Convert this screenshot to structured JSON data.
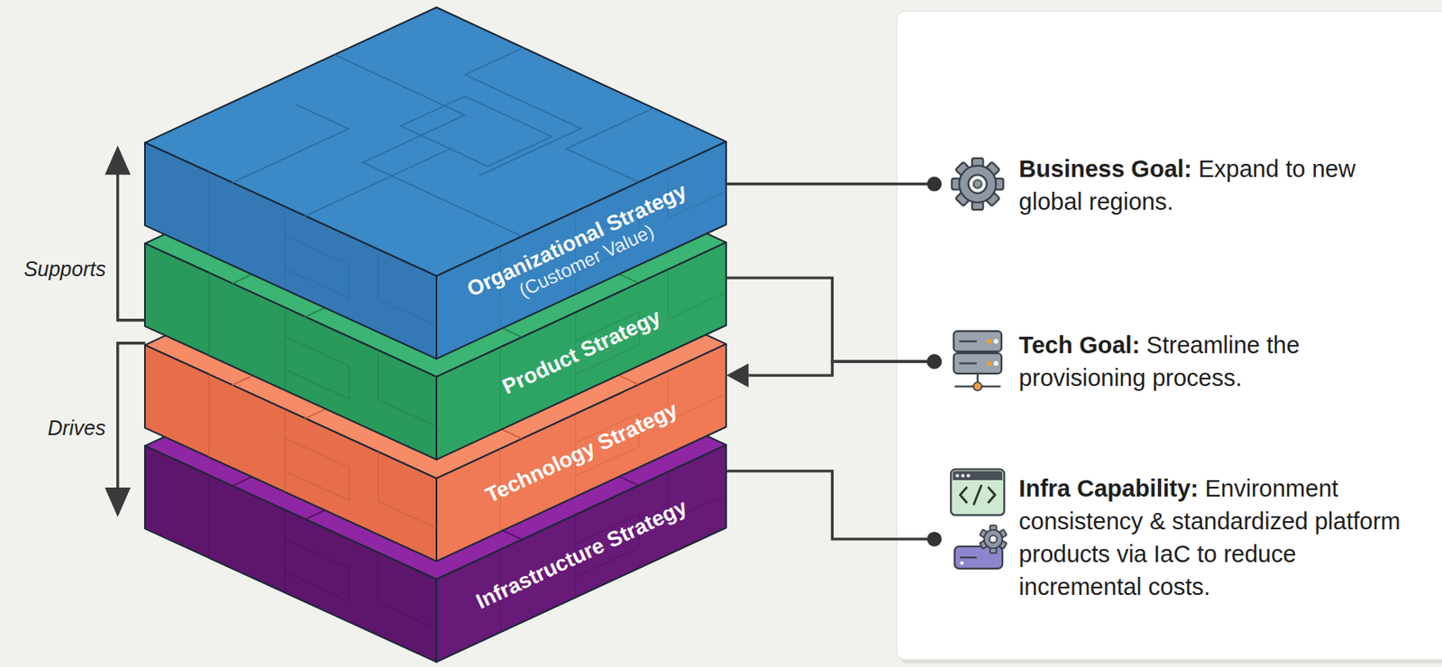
{
  "diagram": {
    "nodes": [
      {
        "text": [
          "Organizational Strategy",
          "(Customer Value)"
        ]
      },
      {
        "text": [
          "Product Strategy"
        ]
      },
      {
        "text": [
          "Technology Strategy"
        ]
      },
      {
        "text": [
          "Infrastructure Strategy"
        ]
      },
      {
        "text": [
          "Business Goal:",
          "Expand to new global regions."
        ]
      },
      {
        "text": [
          "Tech Goal:",
          "Streamline the provisioning process."
        ]
      },
      {
        "text": [
          "Infra Capability:",
          "Environment consistency & standardized platform products via IaC to reduce incremental costs."
        ]
      }
    ],
    "edges": [
      {
        "from": 0,
        "to": 4,
        "arrow": "none"
      },
      {
        "from": 1,
        "to": 5,
        "arrow": "none"
      },
      {
        "from": 5,
        "to": 2,
        "arrow": "to"
      },
      {
        "from": 3,
        "to": 6,
        "arrow": "none"
      }
    ],
    "labels": [
      "Supports",
      "Drives"
    ]
  }
}
